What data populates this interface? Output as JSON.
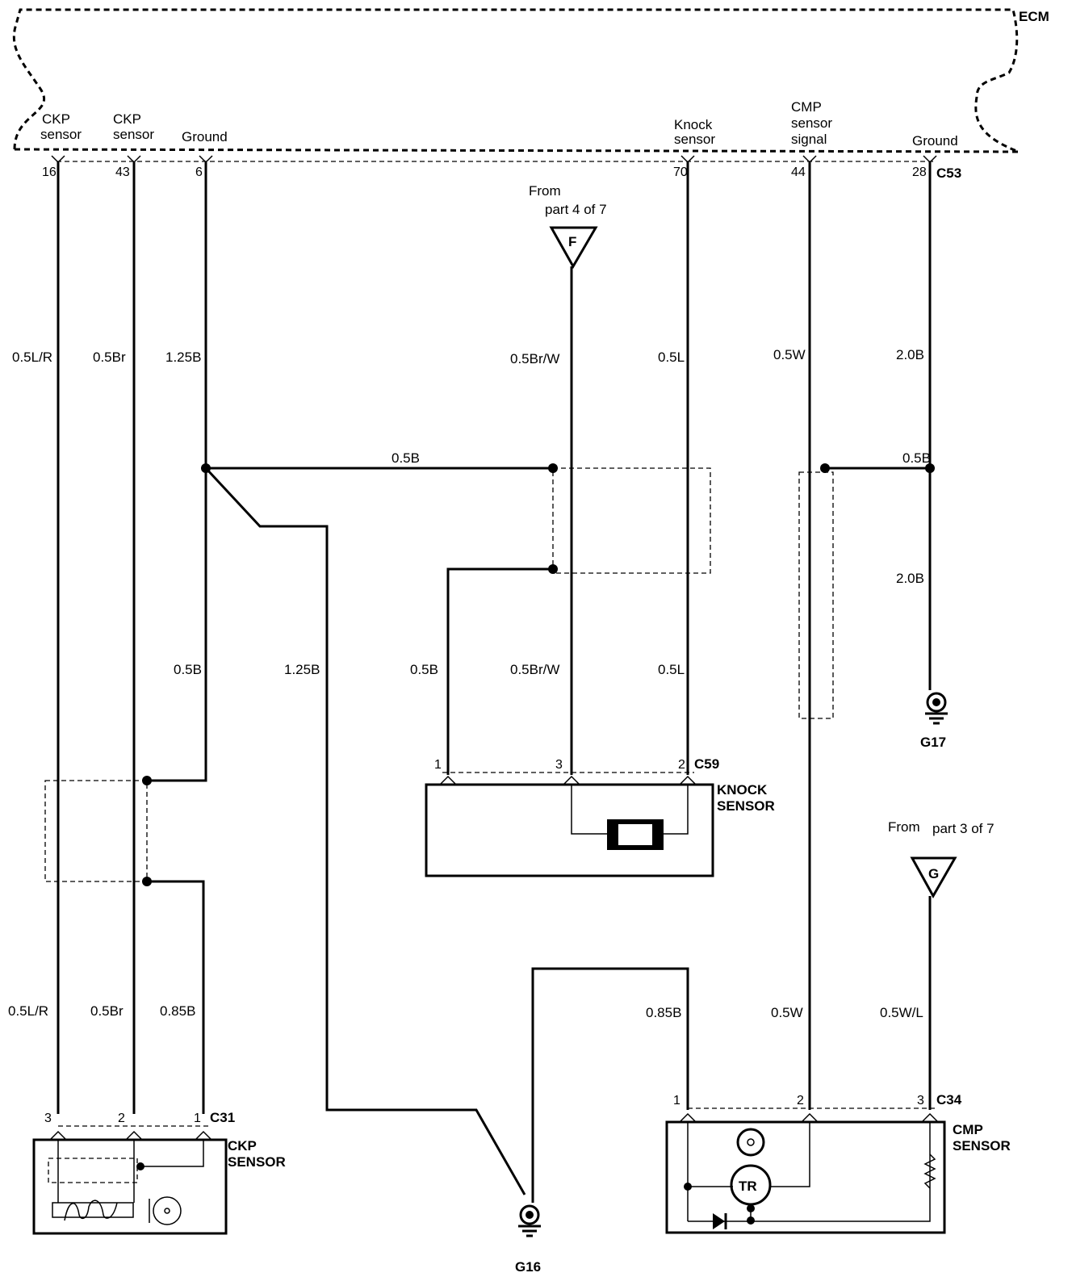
{
  "ecm": {
    "label": "ECM",
    "connector": "C53",
    "pins": [
      {
        "num": "16",
        "func_l1": "CKP",
        "func_l2": "sensor"
      },
      {
        "num": "43",
        "func_l1": "CKP",
        "func_l2": "sensor"
      },
      {
        "num": "6",
        "func_l1": "Ground",
        "func_l2": ""
      },
      {
        "num": "70",
        "func_l1": "Knock",
        "func_l2": "sensor"
      },
      {
        "num": "44",
        "func_l1": "CMP",
        "func_l2": "sensor",
        "func_l3": "signal"
      },
      {
        "num": "28",
        "func_l1": "Ground",
        "func_l2": ""
      }
    ]
  },
  "offpage": [
    {
      "letter": "F",
      "from_l1": "From",
      "from_l2": "part 4 of 7"
    },
    {
      "letter": "G",
      "from_l1": "From",
      "from_l2": "part 3 of 7"
    }
  ],
  "wires": {
    "pin16_upper": "0.5L/R",
    "pin43_upper": "0.5Br",
    "pin6_upper": "1.25B",
    "f_upper": "0.5Br/W",
    "pin70_upper": "0.5L",
    "pin44_upper": "0.5W",
    "pin28_upper": "2.0B",
    "knock_ground_h": "0.5B",
    "right_ground_h": "0.5B",
    "g17_drop": "2.0B",
    "ckp_ground_mid": "0.5B",
    "g16_mid": "1.25B",
    "knock1": "0.5B",
    "knock3": "0.5Br/W",
    "knock2": "0.5L",
    "ckp3": "0.5L/R",
    "ckp2": "0.5Br",
    "ckp1": "0.85B",
    "cmp1": "0.85B",
    "cmp2": "0.5W",
    "cmp3": "0.5W/L"
  },
  "grounds": {
    "g16": "G16",
    "g17": "G17"
  },
  "knock_sensor": {
    "connector": "C59",
    "name_l1": "KNOCK",
    "name_l2": "SENSOR",
    "pins": [
      "1",
      "3",
      "2"
    ]
  },
  "ckp_sensor": {
    "connector": "C31",
    "name_l1": "CKP",
    "name_l2": "SENSOR",
    "pins": [
      "3",
      "2",
      "1"
    ]
  },
  "cmp_sensor": {
    "connector": "C34",
    "name_l1": "CMP",
    "name_l2": "SENSOR",
    "pins": [
      "1",
      "2",
      "3"
    ],
    "transistor": "TR"
  }
}
